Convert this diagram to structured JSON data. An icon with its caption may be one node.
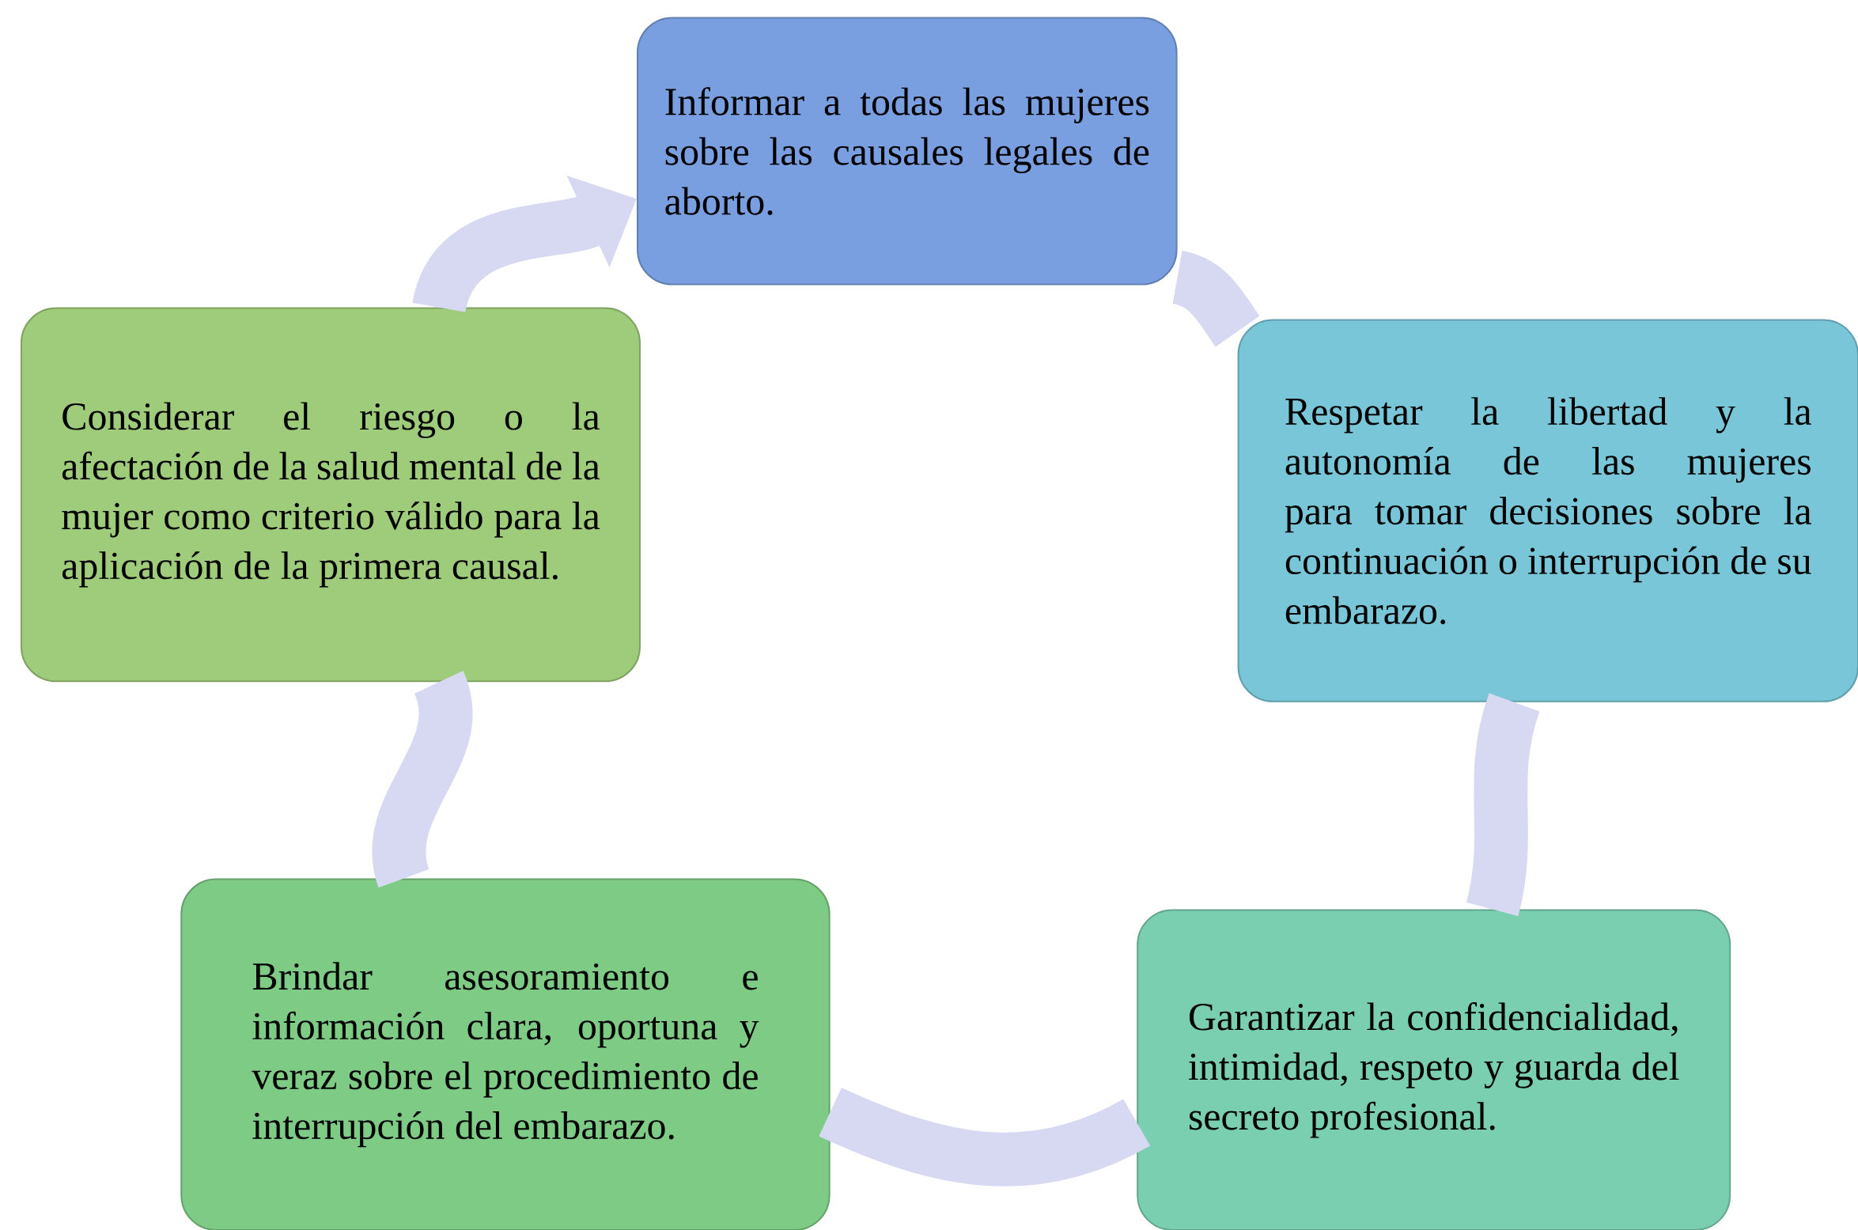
{
  "diagram": {
    "nodes": [
      {
        "text": [
          "Informar a todas las mujeres sobre las causales legales de aborto."
        ]
      },
      {
        "text": [
          "Respetar la libertad y la autonomía de las mujeres para tomar decisiones sobre la continuación o interrupción de su embarazo."
        ]
      },
      {
        "text": [
          "Garantizar la confidencialidad, intimidad, respeto y guarda del secreto profesional."
        ]
      },
      {
        "text": [
          "Brindar asesoramiento e información clara, oportuna y veraz sobre el procedimiento de interrupción del embarazo."
        ]
      },
      {
        "text": [
          "Considerar el riesgo o la afectación de la salud mental de la mujer como criterio válido para la aplicación de la primera causal."
        ]
      }
    ],
    "edges": [
      {
        "from": 0,
        "to": 1,
        "arrow": "none"
      },
      {
        "from": 1,
        "to": 2,
        "arrow": "none"
      },
      {
        "from": 2,
        "to": 3,
        "arrow": "none"
      },
      {
        "from": 3,
        "to": 4,
        "arrow": "none"
      },
      {
        "from": 4,
        "to": 0,
        "arrow": "to"
      }
    ]
  }
}
